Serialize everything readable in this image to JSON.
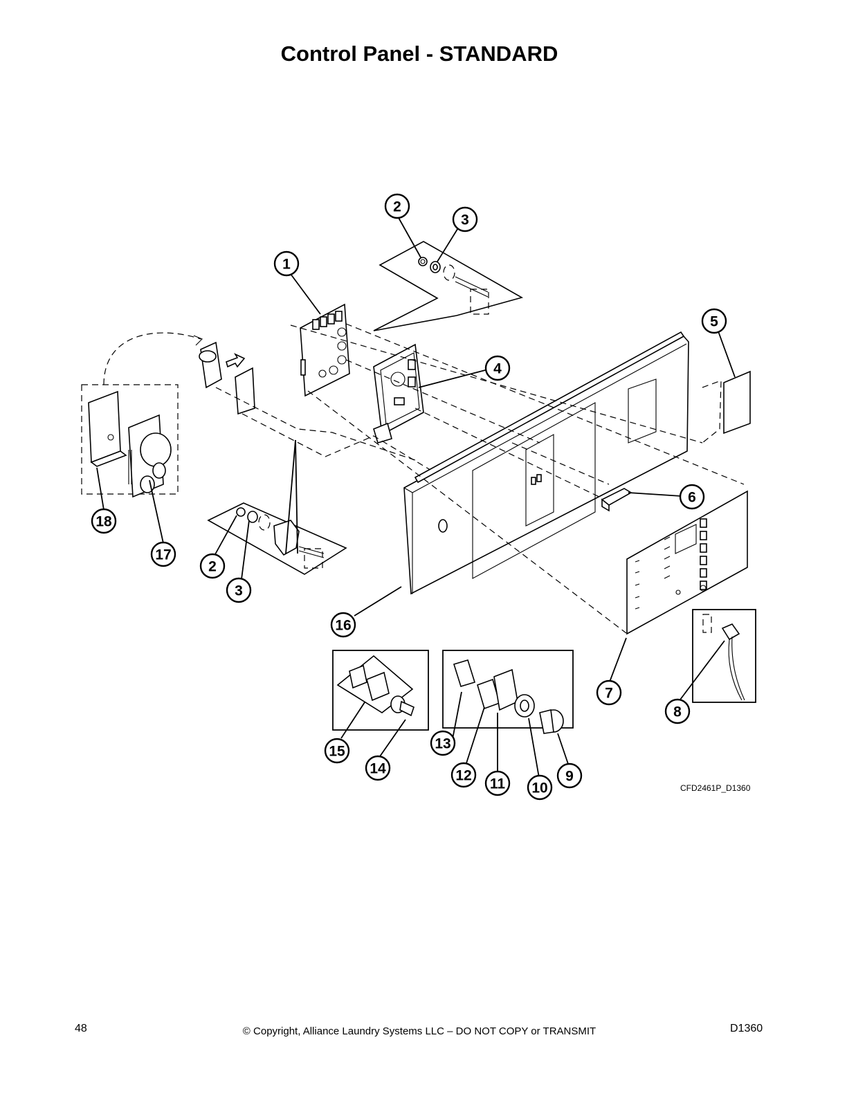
{
  "title": "Control Panel - STANDARD",
  "drawing_code": "CFD2461P_D1360",
  "callouts": [
    "1",
    "2",
    "3",
    "4",
    "5",
    "6",
    "7",
    "8",
    "9",
    "10",
    "11",
    "12",
    "13",
    "14",
    "15",
    "16",
    "17",
    "18"
  ],
  "callout_repeats": [
    "2",
    "3"
  ],
  "footer": {
    "page_number": "48",
    "copyright": "© Copyright, Alliance Laundry Systems LLC – DO NOT COPY or TRANSMIT",
    "doc_number": "D1360"
  }
}
